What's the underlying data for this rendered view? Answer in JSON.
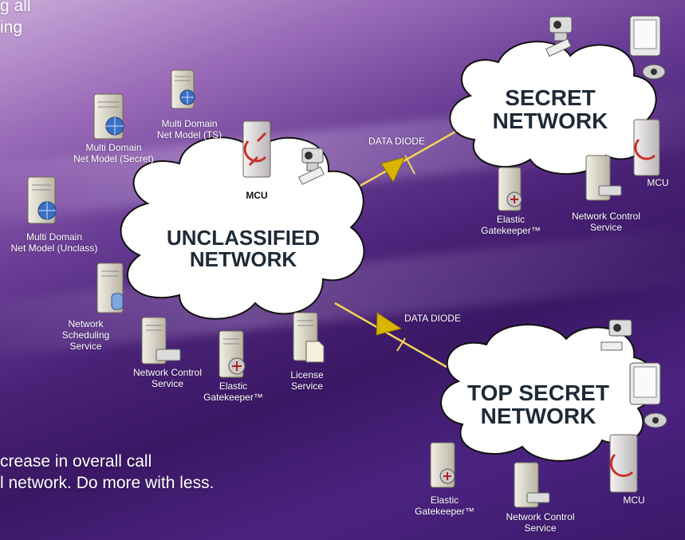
{
  "header_fragment": "g all\ning",
  "footer_fragment": "crease in overall call\nl network.  Do more with less.",
  "unclassified": {
    "title": "UNCLASSIFIED\nNETWORK",
    "mcu": "MCU",
    "md_ts": "Multi Domain\nNet Model (TS)",
    "md_secret": "Multi Domain\nNet Model (Secret)",
    "md_unclass": "Multi Domain\nNet Model (Unclass)",
    "scheduling": "Network\nScheduling\nService",
    "ncs": "Network Control\nService",
    "gatekeeper": "Elastic\nGatekeeper™",
    "license": "License\nService"
  },
  "secret": {
    "title": "SECRET\nNETWORK",
    "mcu": "MCU",
    "gatekeeper": "Elastic\nGatekeeper™",
    "ncs": "Network Control\nService"
  },
  "topsecret": {
    "title": "TOP SECRET\nNETWORK",
    "mcu": "MCU",
    "gatekeeper": "Elastic\nGatekeeper™",
    "ncs": "Network Control\nService"
  },
  "diode_top": "DATA DIODE",
  "diode_bottom": "DATA DIODE",
  "colors": {
    "diode": "#d9b400",
    "link": "#f2d45a",
    "cloud_stroke": "#111111",
    "server": "#d8d4c6"
  }
}
